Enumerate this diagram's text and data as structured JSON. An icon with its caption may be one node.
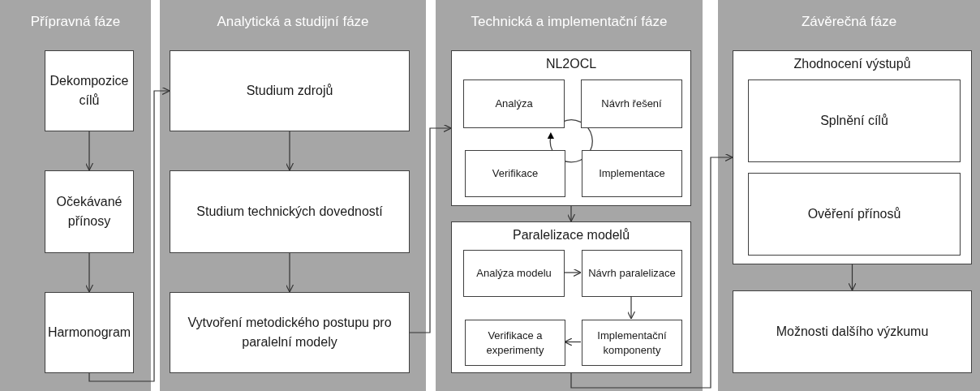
{
  "diagram": {
    "nodes": [
      {
        "text": [
          "Přípravná fáze"
        ]
      },
      {
        "text": [
          "Dekompozice cílů"
        ],
        "in": 0
      },
      {
        "text": [
          "Očekávané přínosy"
        ],
        "in": 0
      },
      {
        "text": [
          "Harmonogram"
        ],
        "in": 0
      },
      {
        "text": [
          "Analytická a studijní fáze"
        ]
      },
      {
        "text": [
          "Studium zdrojů"
        ],
        "in": 4
      },
      {
        "text": [
          "Studium technických dovedností"
        ],
        "in": 4
      },
      {
        "text": [
          "Vytvoření metodického postupu pro paralelní modely"
        ],
        "in": 4
      },
      {
        "text": [
          "Technická a implementační fáze"
        ]
      },
      {
        "text": [
          "NL2OCL"
        ],
        "in": 8
      },
      {
        "text": [
          "Analýza"
        ],
        "in": 9
      },
      {
        "text": [
          "Návrh řešení"
        ],
        "in": 9
      },
      {
        "text": [
          "Verifikace"
        ],
        "in": 9
      },
      {
        "text": [
          "Implementace"
        ],
        "in": 9
      },
      {
        "text": [
          "Paralelizace modelů"
        ],
        "in": 8
      },
      {
        "text": [
          "Analýza modelu"
        ],
        "in": 14
      },
      {
        "text": [
          "Návrh paralelizace"
        ],
        "in": 14
      },
      {
        "text": [
          "Verifikace a experimenty"
        ],
        "in": 14
      },
      {
        "text": [
          "Implementační komponenty"
        ],
        "in": 14
      },
      {
        "text": [
          "Závěrečná fáze"
        ]
      },
      {
        "text": [
          "Zhodnocení výstupů"
        ],
        "in": 19
      },
      {
        "text": [
          "Splnění cílů"
        ],
        "in": 20
      },
      {
        "text": [
          "Ověření přínosů"
        ],
        "in": 20
      },
      {
        "text": [
          "Možnosti dalšího výzkumu"
        ],
        "in": 19
      }
    ],
    "edges": [
      {
        "from": 1,
        "to": 2,
        "arrow": "to"
      },
      {
        "from": 2,
        "to": 3,
        "arrow": "to"
      },
      {
        "from": 3,
        "to": 5,
        "arrow": "to"
      },
      {
        "from": 5,
        "to": 6,
        "arrow": "to"
      },
      {
        "from": 6,
        "to": 7,
        "arrow": "to"
      },
      {
        "from": 7,
        "to": 9,
        "arrow": "to"
      },
      {
        "from": 9,
        "to": 14,
        "arrow": "to"
      },
      {
        "from": 15,
        "to": 16,
        "arrow": "to"
      },
      {
        "from": 16,
        "to": 18,
        "arrow": "to"
      },
      {
        "from": 18,
        "to": 17,
        "arrow": "to"
      },
      {
        "from": 14,
        "to": 20,
        "arrow": "to"
      },
      {
        "from": 20,
        "to": 23,
        "arrow": "to"
      }
    ]
  }
}
